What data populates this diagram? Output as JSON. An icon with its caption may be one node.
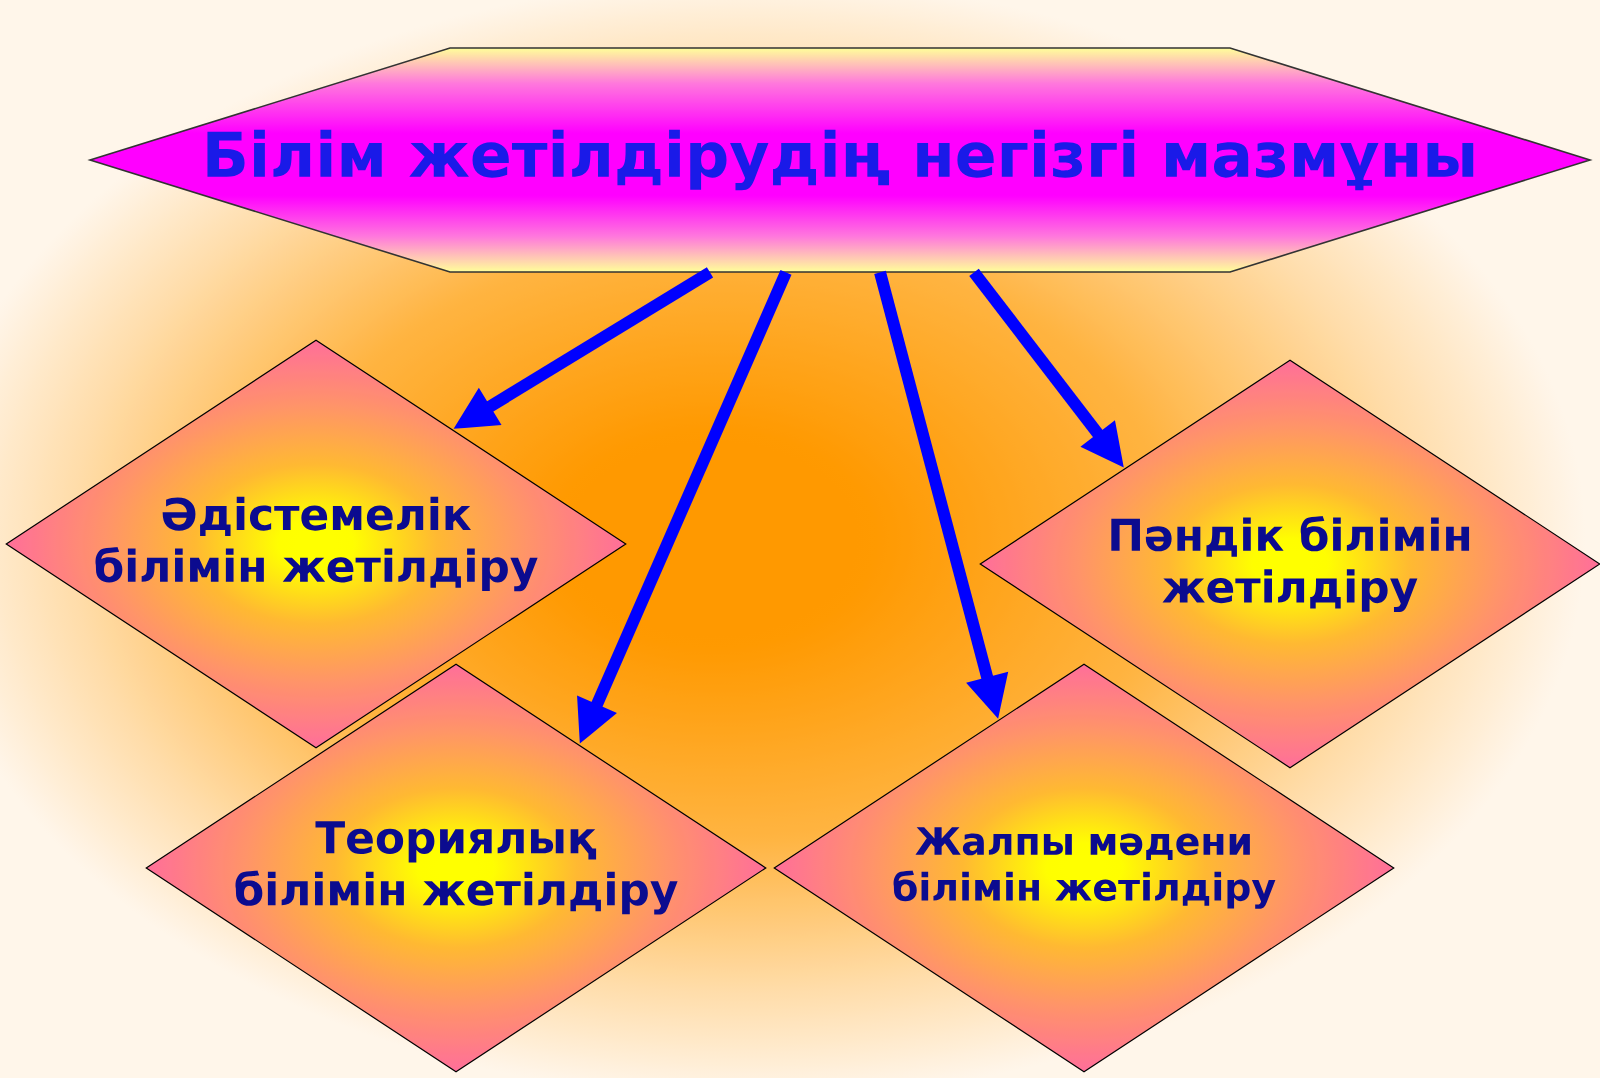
{
  "diagram": {
    "nodes": [
      {
        "text": [
          "Білім жетілдірудің негізгі мазмұны"
        ]
      },
      {
        "text": [
          "Әдістемелік білімін жетілдіру"
        ]
      },
      {
        "text": [
          "Пәндік білімін жетілдіру"
        ]
      },
      {
        "text": [
          "Теориялық білімін жетілдіру"
        ]
      },
      {
        "text": [
          "Жалпы мәдени білімін жетілдіру"
        ]
      }
    ],
    "edges": [
      {
        "from": 0,
        "to": 1,
        "arrow": "to"
      },
      {
        "from": 0,
        "to": 3,
        "arrow": "to"
      },
      {
        "from": 0,
        "to": 4,
        "arrow": "to"
      },
      {
        "from": 0,
        "to": 2,
        "arrow": "to"
      }
    ]
  }
}
